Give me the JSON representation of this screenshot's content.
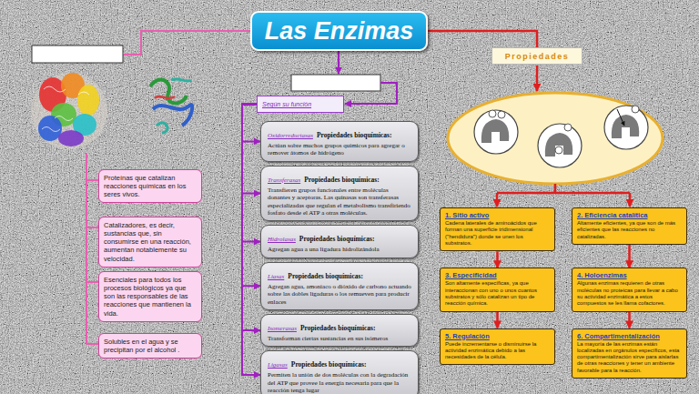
{
  "diagram": {
    "nodes": [
      {
        "text": [
          "Las Enzimas"
        ]
      },
      {
        "text": [
          "Proteínas que catalizan reacciones químicas en los seres vivos."
        ]
      },
      {
        "text": [
          "Catalizadores, es decir, sustancias que, sin consumirse en una reacción, aumentan notablemente su velocidad."
        ]
      },
      {
        "text": [
          "Esenciales para todos los procesos biológicos ya que son las responsables de las reacciones que mantienen la vida."
        ]
      },
      {
        "text": [
          "Solubles en el agua y se precipitan por el alcohol ."
        ]
      },
      {
        "text": [
          "Según su función"
        ]
      },
      {
        "text": [
          "Oxidorreductasas",
          "Propiedades bioquímicas:",
          "Actúan sobre muchos grupos químicos para agregar o remover átomos de hidrógeno"
        ]
      },
      {
        "text": [
          "Transferasas",
          "Propiedades bioquímicas:",
          "Transfieren grupos funcionales entre moléculas donantes y aceptoras. Las quinasas son transferasas especializadas que regulan el metabolismo transfiriendo fosfato desde el ATP a otras moléculas."
        ]
      },
      {
        "text": [
          "Hidrolasas",
          "Propiedades bioquímicas:",
          "Agregan agua a una ligadura hidrolizándola"
        ]
      },
      {
        "text": [
          "Liasas",
          "Propiedades bioquímicas:",
          "Agregan agua, amoniaco o dióxido de carbono actuando sobre las dobles ligaduras o los remueven para producir enlaces"
        ]
      },
      {
        "text": [
          "Isomerasas",
          "Propiedades bioquímicas:",
          "Transforman ciertas sustancias en sus isómeros"
        ]
      },
      {
        "text": [
          "Ligasas",
          "Propiedades bioquímicas:",
          "Permiten la unión de dos moléculas con la degradación del ATP que provee la energía necesaria para que la reacción tenga lugar"
        ]
      },
      {
        "text": [
          "Propiedades"
        ]
      },
      {
        "text": [
          "1. Sitio activo",
          "Cadena laterales de aminoácidos que forman una superficie tridimensional (\"hendidura\") donde se unen los substratos."
        ]
      },
      {
        "text": [
          "2. Eficiencia catalítica",
          "Altamente eficientes, ya que son de más eficientes que las reacciones no catalizadas."
        ]
      },
      {
        "text": [
          "3. Especificidad",
          "Son altamente específicas, ya que interaccionan con uno o unos cuantos substratos y sólo catalizan un tipo de reacción química."
        ]
      },
      {
        "text": [
          "4. Holoenzimas",
          "Algunas enzimas requieren de otras moléculas no proteicas para llevar a cabo su actividad enzimática a estos compuestos se les llama cofactores."
        ]
      },
      {
        "text": [
          "5. Regulación",
          "Puede incrementarse o disminuirse la actividad enzimática debido a las necesidades de la célula."
        ]
      },
      {
        "text": [
          "6. Compartimentalización",
          "La mayoría de las enzimas están localizadas en orgánulos específicos, esta compartimentalización sirve para aislarlas de otras reacciones y tener un ambiente favorable para la reacción."
        ]
      }
    ],
    "edges": [
      {
        "from": 0,
        "to": 12,
        "arrow": "none"
      },
      {
        "from": 5,
        "to": 6,
        "arrow": "to"
      },
      {
        "from": 5,
        "to": 7,
        "arrow": "to"
      },
      {
        "from": 5,
        "to": 8,
        "arrow": "to"
      },
      {
        "from": 5,
        "to": 9,
        "arrow": "to"
      },
      {
        "from": 5,
        "to": 10,
        "arrow": "to"
      },
      {
        "from": 5,
        "to": 11,
        "arrow": "to"
      },
      {
        "from": 13,
        "to": 15,
        "arrow": "to"
      },
      {
        "from": 15,
        "to": 17,
        "arrow": "to"
      },
      {
        "from": 14,
        "to": 16,
        "arrow": "to"
      },
      {
        "from": 16,
        "to": 18,
        "arrow": "to"
      }
    ]
  }
}
